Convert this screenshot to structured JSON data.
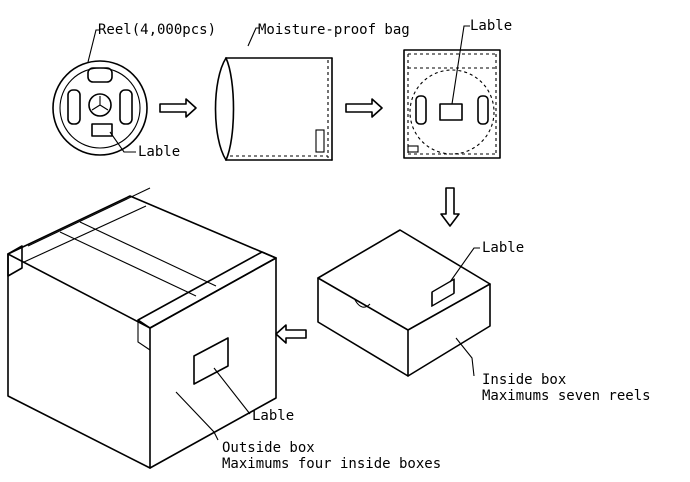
{
  "labels": {
    "reel": "Reel(4,000pcs)",
    "reel_label": "Lable",
    "bag": "Moisture-proof bag",
    "bag_label": "Lable",
    "inside_box_label": "Lable",
    "inside_box_line1": "Inside box",
    "inside_box_line2": "Maximums seven reels",
    "outside_box_label": "Lable",
    "outside_box_line1": "Outside box",
    "outside_box_line2": "Maximums four inside boxes"
  }
}
